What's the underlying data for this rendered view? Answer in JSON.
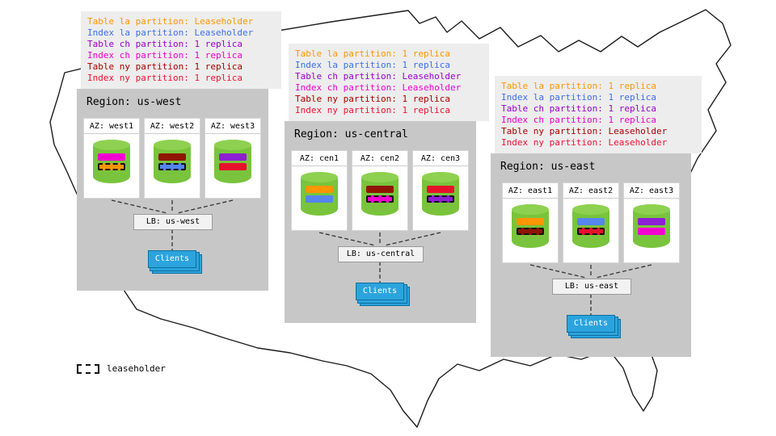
{
  "legend": {
    "label": "leaseholder"
  },
  "regions": [
    {
      "id": "us-west",
      "title": "Region: us-west",
      "lb": "LB: us-west",
      "clients": "Clients",
      "info": [
        {
          "text": "Table la partition: Leaseholder",
          "color": "#ff9500"
        },
        {
          "text": "Index la partition: Leaseholder",
          "color": "#3e6de8"
        },
        {
          "text": "Table ch partition: 1 replica",
          "color": "#9900cc"
        },
        {
          "text": "Index ch partition: 1 replica",
          "color": "#ee00cc"
        },
        {
          "text": "Table ny partition: 1 replica",
          "color": "#a80000"
        },
        {
          "text": "Index ny partition: 1 replica",
          "color": "#ee1133"
        }
      ],
      "azs": [
        {
          "label": "AZ: west1",
          "bars": [
            {
              "partition": "index-ch",
              "color": "#f200d0",
              "leaseholder": false
            },
            {
              "partition": "table-la",
              "color": "#ff9500",
              "leaseholder": true
            }
          ]
        },
        {
          "label": "AZ: west2",
          "bars": [
            {
              "partition": "table-ny",
              "color": "#8f1600",
              "leaseholder": false
            },
            {
              "partition": "index-la",
              "color": "#5585ee",
              "leaseholder": true
            }
          ]
        },
        {
          "label": "AZ: west3",
          "bars": [
            {
              "partition": "table-ch",
              "color": "#8d1fd4",
              "leaseholder": false
            },
            {
              "partition": "index-ny",
              "color": "#e8112b",
              "leaseholder": false
            }
          ]
        }
      ]
    },
    {
      "id": "us-central",
      "title": "Region: us-central",
      "lb": "LB: us-central",
      "clients": "Clients",
      "info": [
        {
          "text": "Table la partition: 1 replica",
          "color": "#ff9500"
        },
        {
          "text": "Index la partition: 1 replica",
          "color": "#3e6de8"
        },
        {
          "text": "Table ch partition: Leaseholder",
          "color": "#9900cc"
        },
        {
          "text": "Index ch partition: Leaseholder",
          "color": "#ee00cc"
        },
        {
          "text": "Table ny partition: 1 replica",
          "color": "#a80000"
        },
        {
          "text": "Index ny partition: 1 replica",
          "color": "#ee1133"
        }
      ],
      "azs": [
        {
          "label": "AZ: cen1",
          "bars": [
            {
              "partition": "table-la",
              "color": "#ff9500",
              "leaseholder": false
            },
            {
              "partition": "index-la",
              "color": "#5585ee",
              "leaseholder": false
            }
          ]
        },
        {
          "label": "AZ: cen2",
          "bars": [
            {
              "partition": "table-ny",
              "color": "#8f1600",
              "leaseholder": false
            },
            {
              "partition": "index-ch",
              "color": "#f200d0",
              "leaseholder": true
            }
          ]
        },
        {
          "label": "AZ: cen3",
          "bars": [
            {
              "partition": "index-ny",
              "color": "#e8112b",
              "leaseholder": false
            },
            {
              "partition": "table-ch",
              "color": "#8d1fd4",
              "leaseholder": true
            }
          ]
        }
      ]
    },
    {
      "id": "us-east",
      "title": "Region: us-east",
      "lb": "LB: us-east",
      "clients": "Clients",
      "info": [
        {
          "text": "Table la partition: 1 replica",
          "color": "#ff9500"
        },
        {
          "text": "Index la partition: 1 replica",
          "color": "#3e6de8"
        },
        {
          "text": "Table ch partition: 1 replica",
          "color": "#9900cc"
        },
        {
          "text": "Index ch partition: 1 replica",
          "color": "#ee00cc"
        },
        {
          "text": "Table ny partition: Leaseholder",
          "color": "#a80000"
        },
        {
          "text": "Index ny partition: Leaseholder",
          "color": "#ee1133"
        }
      ],
      "azs": [
        {
          "label": "AZ: east1",
          "bars": [
            {
              "partition": "table-la",
              "color": "#ff9500",
              "leaseholder": false
            },
            {
              "partition": "table-ny",
              "color": "#8f1600",
              "leaseholder": true
            }
          ]
        },
        {
          "label": "AZ: east2",
          "bars": [
            {
              "partition": "index-la",
              "color": "#5585ee",
              "leaseholder": false
            },
            {
              "partition": "index-ny",
              "color": "#e8112b",
              "leaseholder": true
            }
          ]
        },
        {
          "label": "AZ: east3",
          "bars": [
            {
              "partition": "table-ch",
              "color": "#8d1fd4",
              "leaseholder": false
            },
            {
              "partition": "index-ch",
              "color": "#f200d0",
              "leaseholder": false
            }
          ]
        }
      ]
    }
  ]
}
